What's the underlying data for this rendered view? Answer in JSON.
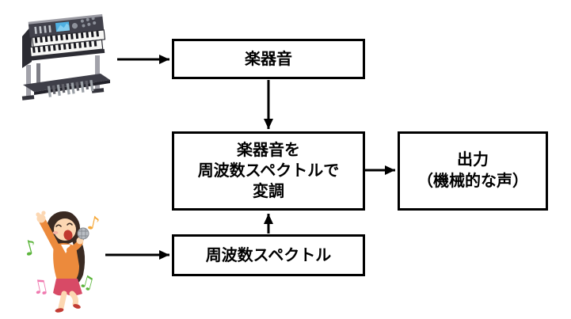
{
  "boxes": {
    "instrument_sound": {
      "label": "楽器音"
    },
    "modulation": {
      "lines": [
        "楽器音を",
        "周波数スペクトルで",
        "変調"
      ]
    },
    "spectrum": {
      "label": "周波数スペクトル"
    },
    "output": {
      "lines": [
        "出力",
        "（機械的な声）"
      ]
    }
  },
  "illustrations": {
    "organ": {
      "name": "electronic-organ"
    },
    "singer": {
      "name": "singing-woman",
      "notes": [
        {
          "glyph": "♪",
          "color": "#5cb53c"
        },
        {
          "glyph": "♪",
          "color": "#f6a93b"
        },
        {
          "glyph": "♫",
          "color": "#f07ab0"
        },
        {
          "glyph": "♫",
          "color": "#5cb53c"
        }
      ]
    }
  },
  "style": {
    "box_border_color": "#000000",
    "box_fill": "#ffffff",
    "text_color": "#000000",
    "arrow_color": "#000000",
    "organ_body_color": "#41414b",
    "organ_screen_color": "#4fb0e2",
    "singer_top_color": "#ec8a3c",
    "singer_skirt_color": "#d84a66"
  }
}
